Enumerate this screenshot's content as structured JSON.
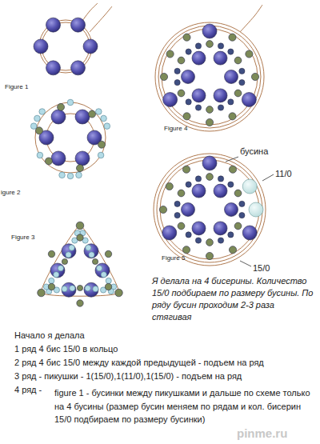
{
  "diagram": {
    "labels": [
      "Figure 1",
      "igure 2",
      "Figure 3",
      "Figure 4",
      "Figure 5",
      "бусина",
      "11/0",
      "15/0",
      "Я делала на 4 бисерины. Количество 15/0 подбираем по размеру бусины. По ряду бусин проходим 2-3 раза стягивая",
      "Начало я делала",
      "1 ряд 4 бис 15/0 в кольцо",
      "2 ряд 4 бис 15/0 между каждой предыдущей - подъем на ряд",
      "3 ряд - пикушки - 1(15/0),1(11/0),1(15/0) - подъем на ряд",
      "4 ряд -",
      "figure 1 - бусинки между пикушками и дальше по схеме только на 4 бусины (размер бусин меняем по рядам и кол. бисерин 15/0 подбираем по размеру бусинки)",
      "pinme.ru"
    ]
  }
}
